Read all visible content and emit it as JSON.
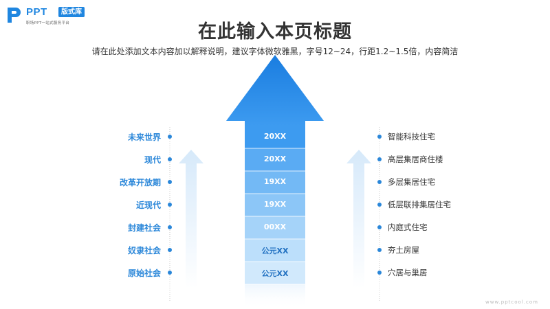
{
  "brand": {
    "logo_text": "PPT",
    "badge": "版式库",
    "tagline": "职场PPT一站式服务平台",
    "watermark": "www.pptcool.com"
  },
  "title": "在此输入本页标题",
  "subtitle": "请在此处添加文本内容加以解释说明，建议字体微软雅黑，字号12~24，行距1.2~1.5倍，内容简洁",
  "timeline": [
    {
      "era": "未来世界",
      "year": "20XX",
      "housing": "智能科技住宅"
    },
    {
      "era": "现代",
      "year": "20XX",
      "housing": "高层集居商住楼"
    },
    {
      "era": "改革开放期",
      "year": "19XX",
      "housing": "多层集居住宅"
    },
    {
      "era": "近现代",
      "year": "19XX",
      "housing": "低层联排集居住宅"
    },
    {
      "era": "封建社会",
      "year": "00XX",
      "housing": "内庭式住宅"
    },
    {
      "era": "奴隶社会",
      "year": "公元XX",
      "housing": "夯土房屋"
    },
    {
      "era": "原始社会",
      "year": "公元XX",
      "housing": "穴居与巢居"
    }
  ],
  "colors": {
    "accent": "#1f86e0",
    "dot": "#2b87d9",
    "text": "#333333"
  }
}
